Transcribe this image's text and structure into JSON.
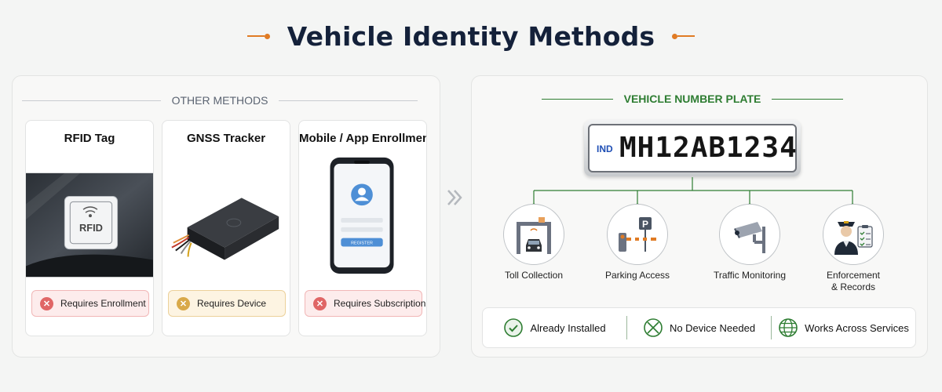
{
  "title": "Vehicle Identity Methods",
  "other_methods": {
    "heading": "OTHER METHODS",
    "cards": [
      {
        "title": "RFID Tag",
        "image_text": "RFID",
        "badge": "Requires Enrollment",
        "badge_status": "negative"
      },
      {
        "title": "GNSS Tracker",
        "badge": "Requires Device",
        "badge_status": "warning"
      },
      {
        "title": "Mobile / App Enrollment",
        "image_text": "REGISTER",
        "badge": "Requires Subscription",
        "badge_status": "negative"
      }
    ]
  },
  "number_plate": {
    "heading": "VEHICLE NUMBER PLATE",
    "plate": {
      "country": "IND",
      "number": "MH12AB1234"
    },
    "services": [
      {
        "label": "Toll Collection",
        "icon": "toll-booth-icon"
      },
      {
        "label": "Parking Access",
        "icon": "parking-gate-icon"
      },
      {
        "label": "Traffic Monitoring",
        "icon": "cctv-camera-icon"
      },
      {
        "label_line1": "Enforcement",
        "label_line2": "& Records",
        "icon": "police-officer-icon"
      }
    ],
    "benefits": [
      {
        "label": "Already Installed",
        "icon": "check-circle-icon"
      },
      {
        "label": "No Device Needed",
        "icon": "no-device-icon"
      },
      {
        "label": "Works Across Services",
        "icon": "globe-icon"
      }
    ]
  },
  "colors": {
    "accent": "#e07b24",
    "primary_green": "#2e7d32",
    "negative": "#e06666",
    "warning": "#d9a949"
  }
}
